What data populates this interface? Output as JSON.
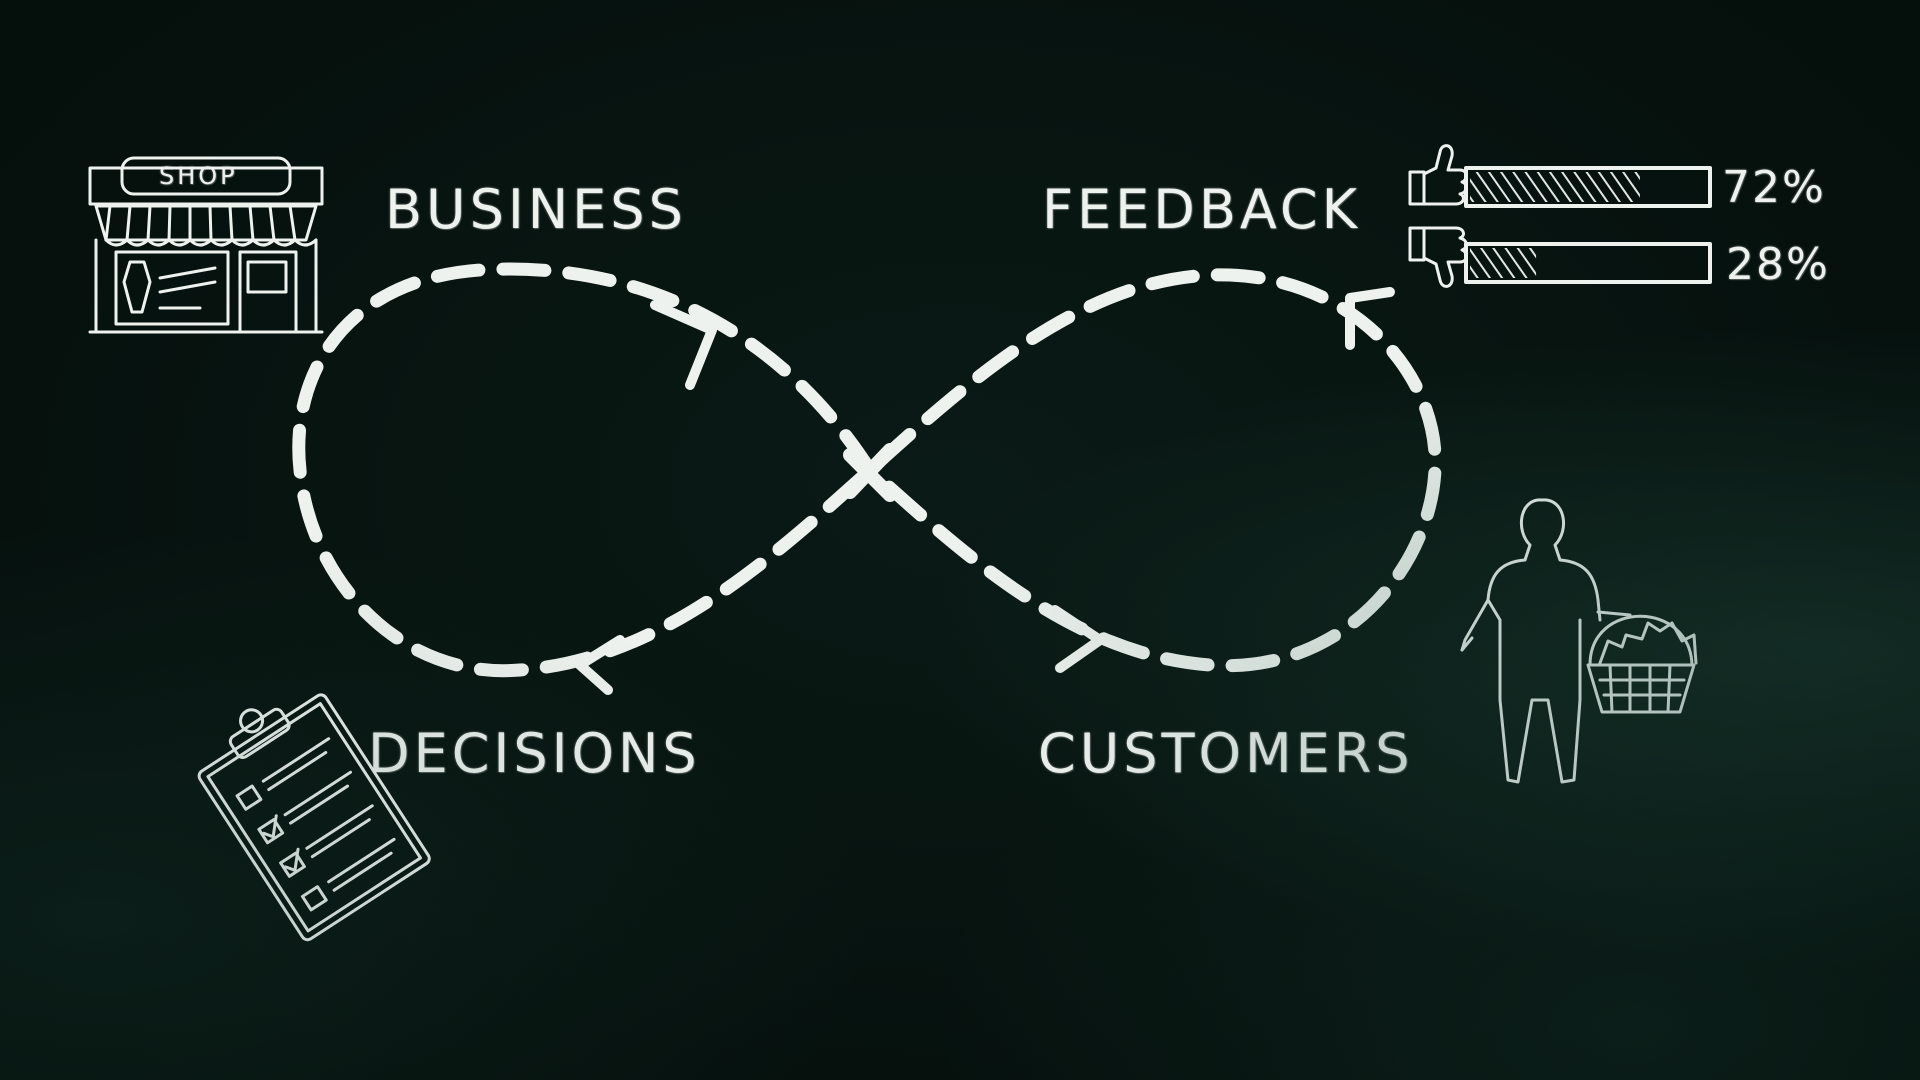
{
  "labels": {
    "business": "BUSINESS",
    "feedback": "FEEDBACK",
    "decisions": "DECISIONS",
    "customers": "CUSTOMERS",
    "shop_sign": "SHOP"
  },
  "feedback_bars": [
    {
      "icon": "thumbs-up-icon",
      "value": 72,
      "label": "72%"
    },
    {
      "icon": "thumbs-down-icon",
      "value": 28,
      "label": "28%"
    }
  ],
  "colors": {
    "board": "#06120f",
    "chalk": "#eef2ef"
  }
}
